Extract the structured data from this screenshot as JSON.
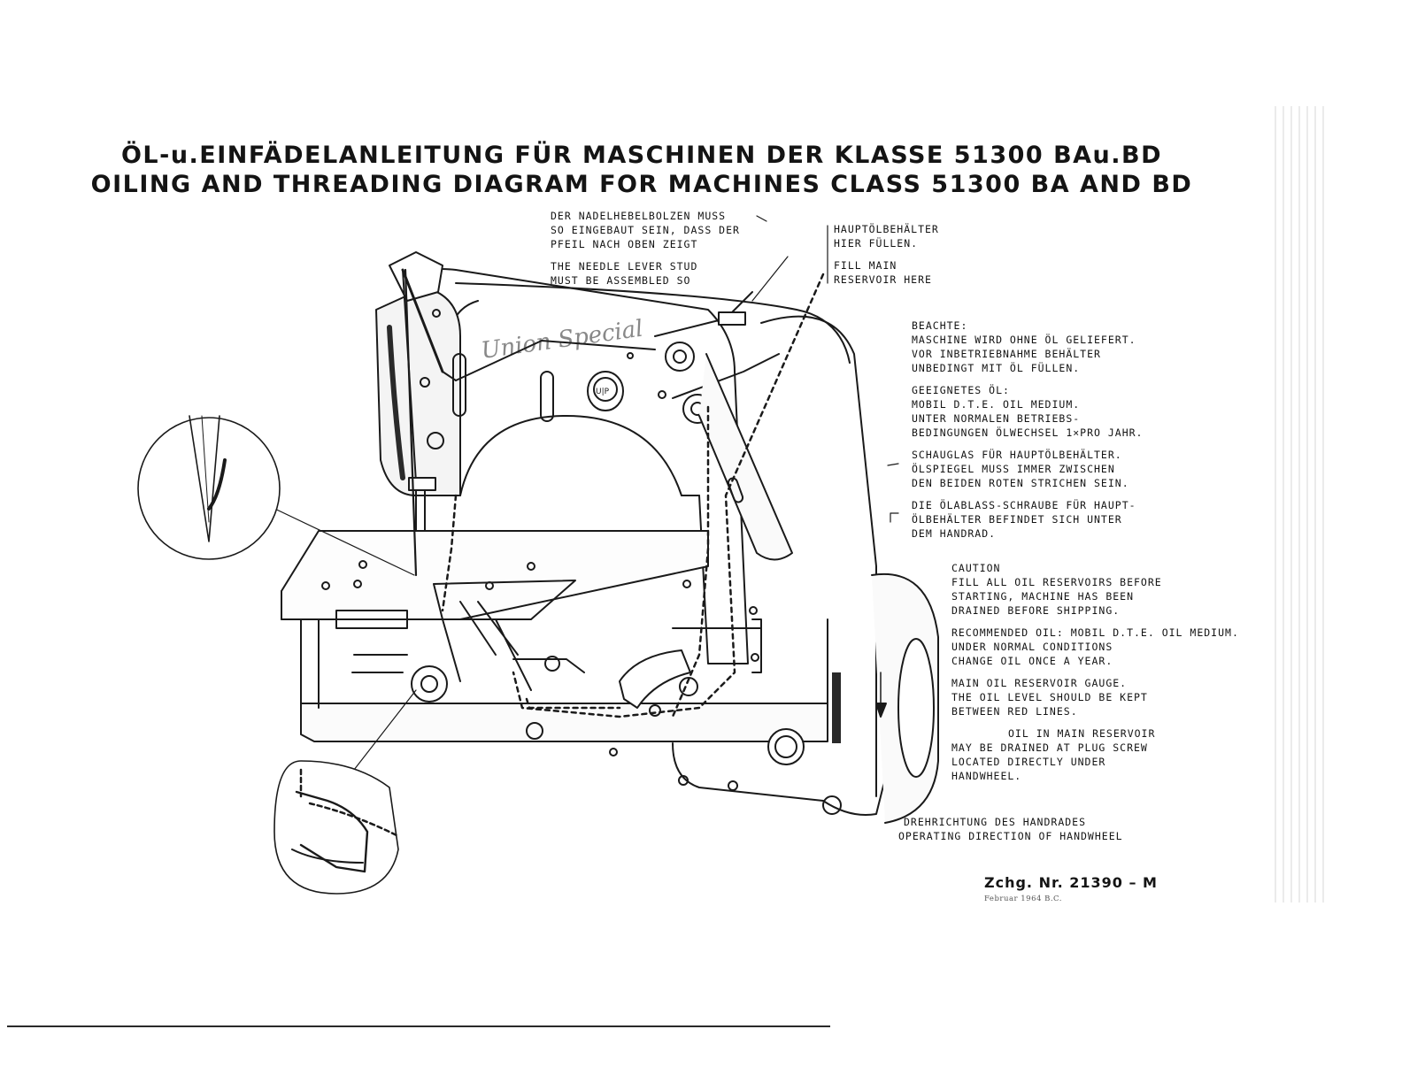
{
  "titles": {
    "german": "ÖL-u.EINFÄDELANLEITUNG FÜR MASCHINEN DER KLASSE 51300 BAu.BD",
    "english": "OILING AND THREADING DIAGRAM FOR MACHINES CLASS 51300 BA AND BD"
  },
  "notes": {
    "needle_stud_de": [
      "DER NADELHEBELBOLZEN MUSS",
      "SO EINGEBAUT SEIN, DASS DER",
      "PFEIL NACH OBEN ZEIGT"
    ],
    "needle_stud_en": [
      "THE NEEDLE LEVER STUD",
      "MUST BE ASSEMBLED SO"
    ],
    "reservoir_de": [
      "HAUPTÖLBEHÄLTER",
      "HIER FÜLLEN."
    ],
    "reservoir_en": [
      "FILL MAIN",
      "RESERVOIR HERE"
    ],
    "beachte": "BEACHTE:",
    "beachte_text": [
      "MASCHINE WIRD OHNE ÖL GELIEFERT.",
      "VOR INBETRIEBNAHME BEHÄLTER",
      "UNBEDINGT MIT ÖL FÜLLEN."
    ],
    "geeignetes": "GEEIGNETES ÖL:",
    "geeignetes_text": [
      "MOBIL D.T.E. OIL MEDIUM.",
      "UNTER NORMALEN BETRIEBS-",
      "BEDINGUNGEN ÖLWECHSEL 1×PRO JAHR."
    ],
    "schauglas": [
      "SCHAUGLAS FÜR HAUPTÖLBEHÄLTER.",
      "ÖLSPIEGEL MUSS IMMER ZWISCHEN",
      "DEN BEIDEN ROTEN STRICHEN SEIN."
    ],
    "oelablass": [
      "DIE ÖLABLASS-SCHRAUBE FÜR HAUPT-",
      "ÖLBEHÄLTER BEFINDET SICH UNTER",
      "DEM HANDRAD."
    ],
    "caution": "CAUTION",
    "caution_text": [
      "FILL ALL OIL RESERVOIRS BEFORE",
      "STARTING, MACHINE HAS BEEN",
      "DRAINED BEFORE SHIPPING."
    ],
    "recommended": [
      "RECOMMENDED OIL: MOBIL D.T.E. OIL MEDIUM.",
      "UNDER NORMAL CONDITIONS",
      "CHANGE OIL ONCE A YEAR."
    ],
    "gauge": [
      "MAIN OIL RESERVOIR GAUGE.",
      "THE OIL LEVEL SHOULD BE KEPT",
      "BETWEEN RED LINES."
    ],
    "drain": [
      "OIL IN MAIN RESERVOIR",
      "MAY BE DRAINED AT PLUG SCREW",
      "LOCATED DIRECTLY UNDER",
      "HANDWHEEL."
    ],
    "direction": [
      "DREHRICHTUNG DES HANDRADES",
      "OPERATING DIRECTION OF HANDWHEEL"
    ]
  },
  "brand": "Union Special",
  "arm_badge": "U|P",
  "footer": {
    "drawing_no": "Zchg. Nr.   21390 – M",
    "date": "Februar 1964  B.C."
  }
}
